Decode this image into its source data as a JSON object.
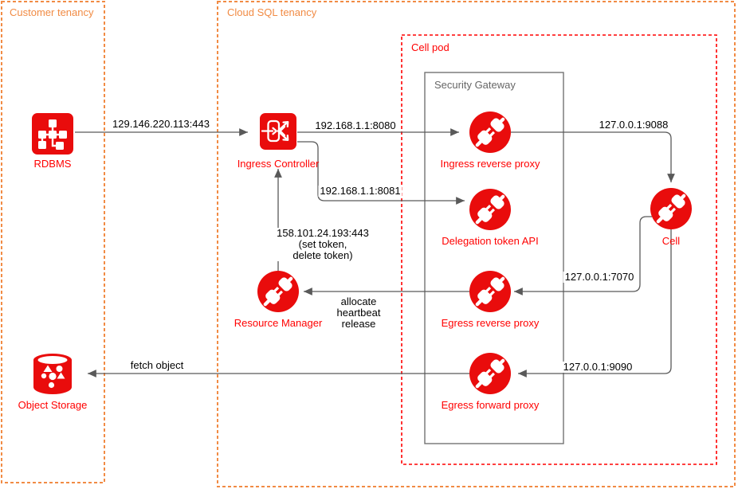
{
  "containers": {
    "customer_tenancy": {
      "label": "Customer tenancy"
    },
    "cloud_sql_tenancy": {
      "label": "Cloud SQL tenancy"
    },
    "cell_pod": {
      "label": "Cell pod"
    },
    "security_gateway": {
      "label": "Security Gateway"
    }
  },
  "nodes": {
    "rdbms": {
      "label": "RDBMS",
      "icon": "rdbms-icon"
    },
    "ingress_controller": {
      "label": "Ingress Controller",
      "icon": "load-balancer-icon"
    },
    "ingress_reverse_proxy": {
      "label": "Ingress reverse proxy",
      "icon": "plug-icon"
    },
    "delegation_token_api": {
      "label": "Delegation token API",
      "icon": "plug-icon"
    },
    "egress_reverse_proxy": {
      "label": "Egress reverse proxy",
      "icon": "plug-icon"
    },
    "egress_forward_proxy": {
      "label": "Egress forward proxy",
      "icon": "plug-icon"
    },
    "cell": {
      "label": "Cell",
      "icon": "plug-icon"
    },
    "resource_manager": {
      "label": "Resource Manager",
      "icon": "plug-icon"
    },
    "object_storage": {
      "label": "Object Storage",
      "icon": "storage-bucket-icon"
    }
  },
  "edges": {
    "rdbms_to_ingress_controller": {
      "label": "129.146.220.113:443"
    },
    "ingress_controller_to_ingress_reverse_proxy": {
      "label": "192.168.1.1:8080"
    },
    "ingress_controller_to_delegation_token_api": {
      "label": "192.168.1.1:8081"
    },
    "ingress_reverse_proxy_to_cell": {
      "label": "127.0.0.1:9088"
    },
    "cell_to_egress_reverse_proxy": {
      "label": "127.0.0.1:7070"
    },
    "cell_to_egress_forward_proxy": {
      "label": "127.0.0.1:9090"
    },
    "resource_manager_to_ingress_controller": {
      "lines": [
        "158.101.24.193:443",
        "(set token,",
        "delete token)"
      ]
    },
    "egress_reverse_proxy_to_resource_manager": {
      "lines": [
        "allocate",
        "heartbeat",
        "release"
      ]
    },
    "egress_forward_proxy_to_object_storage": {
      "label": "fetch object"
    }
  },
  "colors": {
    "tenancy_orange": "#F18B44",
    "pod_red": "#FF0000",
    "icon_red": "#E90C0C",
    "connector_gray": "#595959",
    "gateway_gray": "#737373",
    "edge_text_black": "#000000"
  }
}
